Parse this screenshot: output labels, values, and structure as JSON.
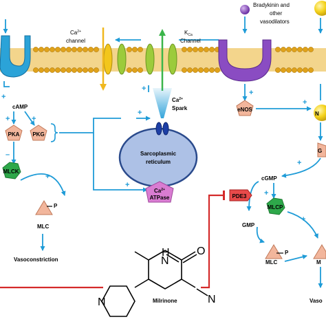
{
  "labels": {
    "ca_channel_1": "Ca",
    "ca_channel_sup": "2+",
    "ca_channel_2": "channel",
    "kca_1": "K",
    "kca_sub": "Ca",
    "kca_2": "Channel",
    "bradykinin_1": "Bradykinin and",
    "bradykinin_2": "other",
    "bradykinin_3": "vasodilators",
    "camp": "cAMP",
    "pka": "PKA",
    "pkg": "PKG",
    "mlck": "MLCK",
    "mlc_left": "MLC",
    "p_left": "P",
    "vasoconstriction": "Vasoconstriction",
    "ca_spark_1": "Ca",
    "ca_spark_sup": "2+",
    "ca_spark_2": "Spark",
    "sr_1": "Sarcoplasmic",
    "sr_2": "reticulum",
    "atpase_1": "Ca",
    "atpase_sup": "2+",
    "atpase_2": "ATPase",
    "enos": "eNOS",
    "n_partial": "N",
    "g_partial": "G",
    "cgmp": "cGMP",
    "mlcp": "MLCP",
    "pde3": "PDE3",
    "gmp": "GMP",
    "mlc_right": "MLC",
    "p_right": "P",
    "m_partial": "M",
    "vaso_partial": "Vaso",
    "milrinone": "Milrinone",
    "mol_h": "H",
    "mol_n1": "N",
    "mol_o": "O",
    "mol_n2": "N",
    "mol_cn": "N"
  },
  "signs": {
    "plus": "+",
    "minus": "–"
  },
  "colors": {
    "membrane_head": "#e0a21a",
    "membrane_tail": "#f3d58c",
    "connector": "#1e9bd7",
    "inhibitor": "#d42a2a",
    "receptor_left": "#2ba3d8",
    "receptor_right": "#8a4cc2",
    "bradykinin_ball": "#8a4cc2",
    "ca_channel_bar_1": "#f2c61c",
    "ca_channel_bar_2": "#9ccb3b",
    "ca_arrow": "#f0b81e",
    "k_arrow": "#3bb54a",
    "sr_fill": "#adc1e6",
    "sr_stroke": "#2a4a8c",
    "salmon": "#f2b69c",
    "green_hex": "#2ea84a",
    "pde3_fill": "#e84a4a",
    "atpase_fill": "#d97cd2",
    "yellow_ball": "#f4d21c",
    "spark": "#1e9bd7",
    "ryanodine": "#1d3fa6"
  }
}
